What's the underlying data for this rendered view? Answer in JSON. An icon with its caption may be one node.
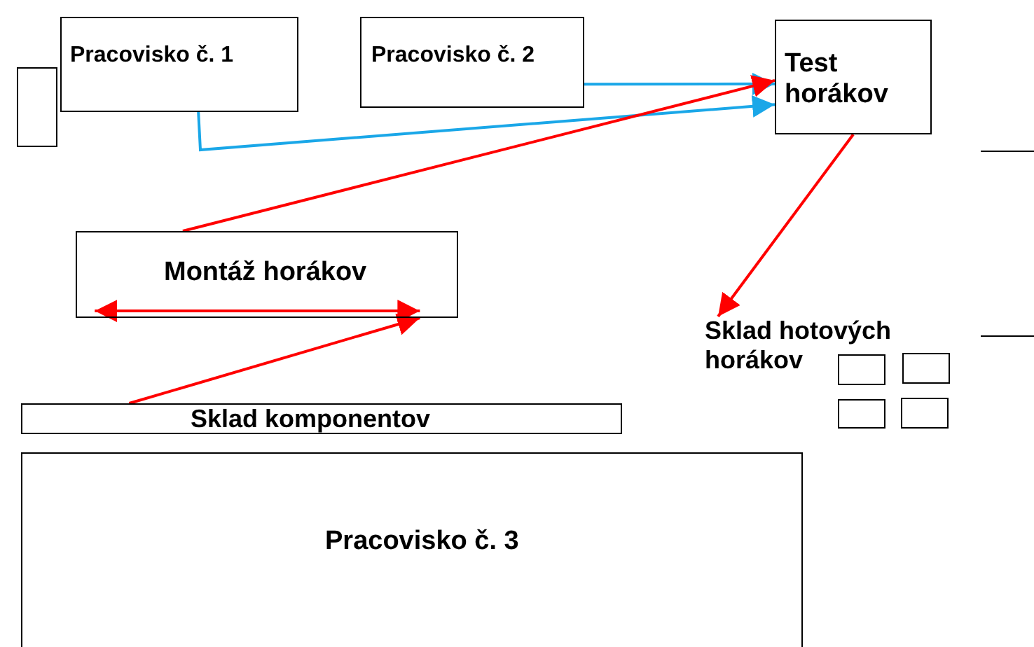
{
  "diagram": {
    "nodes": [
      {
        "text": [],
        "shape": "box"
      },
      {
        "text": [
          "Pracovisko č. 1"
        ]
      },
      {
        "text": [
          "Pracovisko č. 2"
        ]
      },
      {
        "text": [
          "Test horákov"
        ]
      },
      {
        "text": [
          "Montáž horákov"
        ]
      },
      {
        "text": [
          "Sklad hotových horákov"
        ]
      },
      {
        "text": [],
        "shape": "box"
      },
      {
        "text": [],
        "shape": "box"
      },
      {
        "text": [],
        "shape": "box"
      },
      {
        "text": [],
        "shape": "box"
      },
      {
        "text": [
          "Sklad komponentov"
        ]
      },
      {
        "text": [
          "Pracovisko č. 3"
        ]
      }
    ],
    "edges": [
      {
        "from": 1,
        "to": 3,
        "arrow": "to",
        "color": "#1aa7e8"
      },
      {
        "from": 2,
        "to": 3,
        "arrow": "to",
        "color": "#1aa7e8"
      },
      {
        "from": 4,
        "to": 3,
        "arrow": "to"
      },
      {
        "from": 3,
        "to": 5,
        "arrow": "to"
      },
      {
        "from": 4,
        "to": 4,
        "arrow": "both"
      },
      {
        "from": 10,
        "to": 4,
        "arrow": "to"
      }
    ]
  }
}
